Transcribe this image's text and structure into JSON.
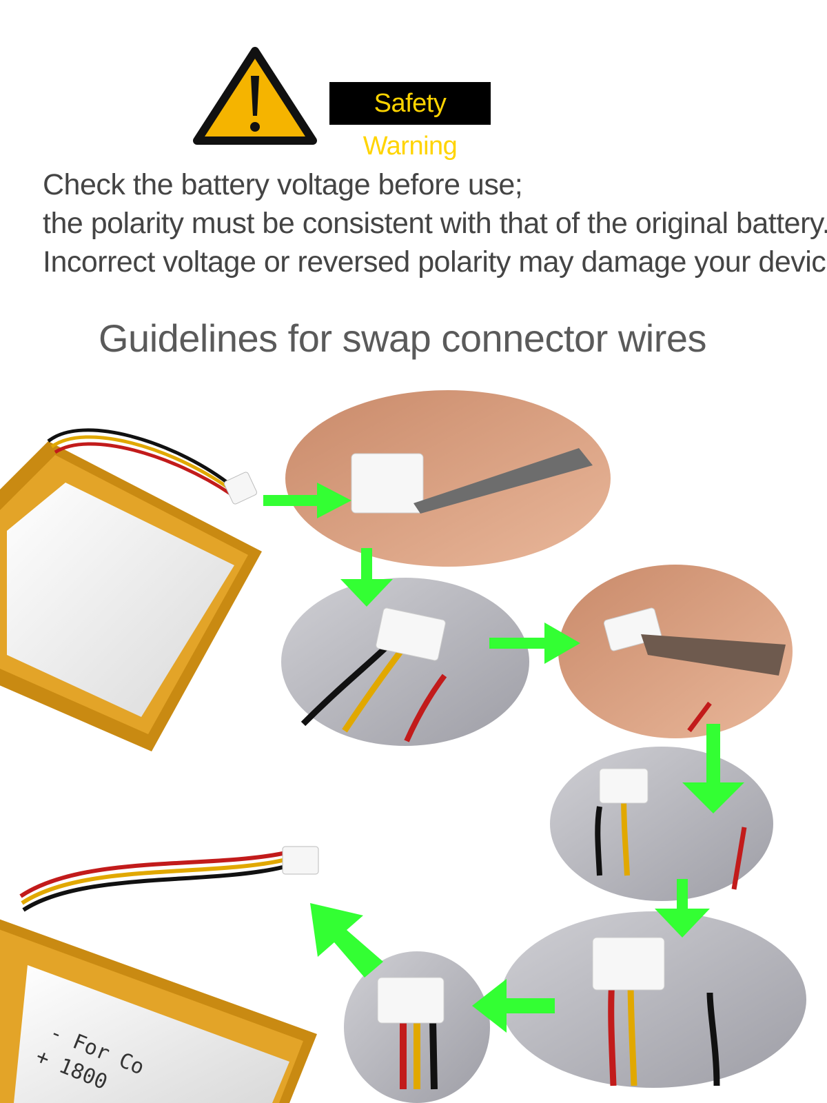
{
  "warning": {
    "icon": "warning-triangle-icon",
    "label": "Safety Warning",
    "label_bg": "#000000",
    "label_color": "#ffd400",
    "icon_color": "#f5b400"
  },
  "notice_lines": [
    "Check the battery voltage before use;",
    "the polarity must be consistent with that of the original battery.",
    "Incorrect voltage or reversed polarity may damage your device."
  ],
  "heading": "Guidelines for swap connector wires",
  "arrow_color": "#33ff33",
  "battery_label": {
    "line1": "- For Co",
    "line2": "+ 1800"
  },
  "steps": [
    {
      "icon": "connector-pin-removal-photo"
    },
    {
      "icon": "pin-released-wire-photo"
    },
    {
      "icon": "second-pin-removal-photo"
    },
    {
      "icon": "pins-swapped-loose-photo"
    },
    {
      "icon": "pin-reinsert-photo"
    },
    {
      "icon": "connector-reassembled-photo"
    }
  ]
}
